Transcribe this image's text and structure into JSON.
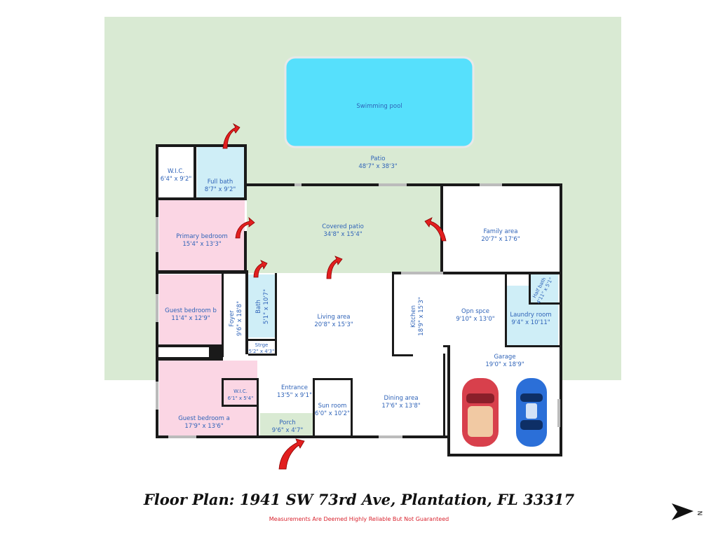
{
  "title": "Floor Plan: 1941 SW 73rd Ave, Plantation, FL 33317",
  "disclaimer": "Measurements Are Deemed Highly Reliable But Not Guaranteed",
  "compass_letter": "N",
  "colors": {
    "yard": "#d9ead3",
    "pool": "#56e0fc",
    "bedroom": "#fbd6e4",
    "bath": "#cfeef7",
    "porch": "#d9ead3",
    "wall": "#1a1a1a",
    "label": "#2f63b8",
    "arrow": "#e21f1f",
    "disclaimer": "#d9232e"
  },
  "rooms": {
    "swimming_pool": {
      "name": "Swimming pool",
      "dim": ""
    },
    "patio": {
      "name": "Patio",
      "dim": "48'7\" x 38'3\""
    },
    "wic_primary": {
      "name": "W.I.C.",
      "dim": "6'4\" x 9'2\""
    },
    "full_bath": {
      "name": "Full bath",
      "dim": "8'7\" x 9'2\""
    },
    "primary_bedroom": {
      "name": "Primary bedroom",
      "dim": "15'4\" x 13'3\""
    },
    "covered_patio": {
      "name": "Covered patio",
      "dim": "34'8\" x 15'4\""
    },
    "family_area": {
      "name": "Family area",
      "dim": "20'7\" x 17'6\""
    },
    "guest_bedroom_b": {
      "name": "Guest bedroom b",
      "dim": "11'4\" x 12'9\""
    },
    "foyer": {
      "name": "Foyer",
      "dim": "9'6\" x 18'8\""
    },
    "bath": {
      "name": "Bath",
      "dim": "5'1\" x 10'7\""
    },
    "storage": {
      "name": "Strge",
      "dim": "5'2\" x 4'3\""
    },
    "living_area": {
      "name": "Living area",
      "dim": "20'8\" x 15'3\""
    },
    "kitchen": {
      "name": "Kitchen",
      "dim": "18'9\" x 15'3\""
    },
    "open_space": {
      "name": "Opn spce",
      "dim": "9'10\" x 13'0\""
    },
    "half_bath": {
      "name": "Half bath",
      "dim": "4'11\" x 5'1\""
    },
    "laundry_room": {
      "name": "Laundry room",
      "dim": "9'4\" x 10'11\""
    },
    "garage": {
      "name": "Garage",
      "dim": "19'0\" x 18'9\""
    },
    "wic_guest": {
      "name": "W.I.C.",
      "dim": "6'1\" x 5'4\""
    },
    "entrance": {
      "name": "Entrance",
      "dim": "13'5\" x 9'1\""
    },
    "sun_room": {
      "name": "Sun room",
      "dim": "6'0\" x 10'2\""
    },
    "dining_area": {
      "name": "Dining area",
      "dim": "17'6\" x 13'8\""
    },
    "guest_bedroom_a": {
      "name": "Guest bedroom a",
      "dim": "17'9\" x 13'6\""
    },
    "porch": {
      "name": "Porch",
      "dim": "9'6\" x 4'7\""
    }
  },
  "cars": [
    {
      "color": "#d8404c",
      "label": "red-car"
    },
    {
      "color": "#2b6fd8",
      "label": "blue-car"
    }
  ]
}
